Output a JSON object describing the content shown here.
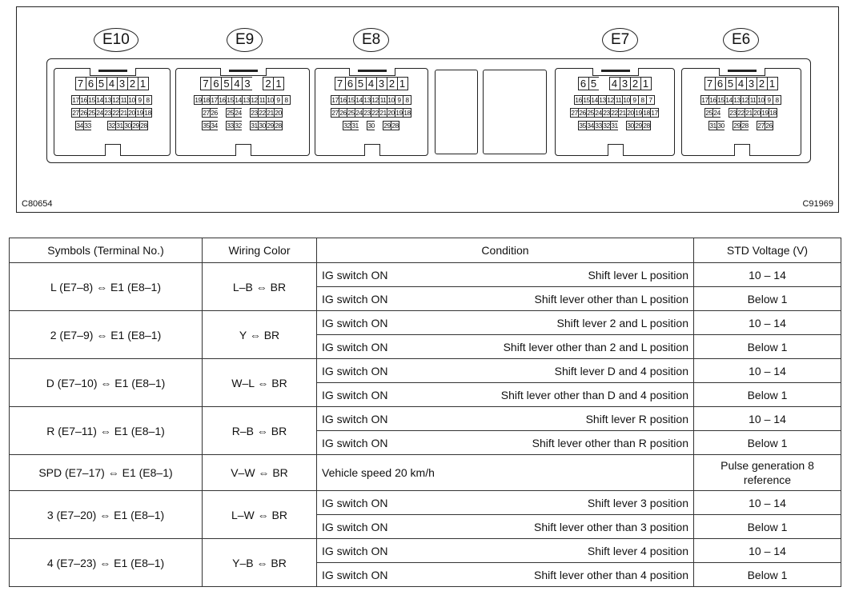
{
  "diagram": {
    "connectors": [
      "E10",
      "E9",
      "E8",
      "E7",
      "E6"
    ],
    "code_left": "C80654",
    "code_right": "C91969",
    "pins": {
      "E10": {
        "row1": [
          "7",
          "6",
          "5",
          "4",
          "3",
          "2",
          "1"
        ],
        "row2": [
          "17",
          "16",
          "15",
          "14",
          "13",
          "12",
          "11",
          "10",
          "9",
          "8"
        ],
        "row3": [
          "27",
          "26",
          "25",
          "24",
          "23",
          "22",
          "21",
          "20",
          "19",
          "18"
        ],
        "row4": [
          "34",
          "33",
          "",
          "",
          "32",
          "31",
          "30",
          "29",
          "28"
        ]
      },
      "E9": {
        "row1": [
          "7",
          "6",
          "5",
          "4",
          "3",
          "",
          "2",
          "1"
        ],
        "row2": [
          "19",
          "18",
          "17",
          "16",
          "15",
          "14",
          "13",
          "12",
          "11",
          "10",
          "9",
          "8"
        ],
        "row3": [
          "27",
          "26",
          "",
          "25",
          "24",
          "",
          "23",
          "22",
          "21",
          "20"
        ],
        "row4": [
          "35",
          "34",
          "",
          "33",
          "32",
          "",
          "31",
          "30",
          "29",
          "28"
        ]
      },
      "E8": {
        "row1": [
          "7",
          "6",
          "5",
          "4",
          "3",
          "2",
          "1"
        ],
        "row2": [
          "17",
          "16",
          "15",
          "14",
          "13",
          "12",
          "11",
          "10",
          "9",
          "8"
        ],
        "row3": [
          "27",
          "26",
          "25",
          "24",
          "23",
          "22",
          "21",
          "20",
          "19",
          "18"
        ],
        "row4": [
          "32",
          "31",
          "",
          "30",
          "",
          "29",
          "28"
        ]
      },
      "E7": {
        "row1": [
          "6",
          "5",
          "",
          "4",
          "3",
          "2",
          "1"
        ],
        "row2": [
          "16",
          "15",
          "14",
          "13",
          "12",
          "11",
          "10",
          "9",
          "8",
          "7"
        ],
        "row3": [
          "27",
          "26",
          "25",
          "24",
          "23",
          "22",
          "21",
          "20",
          "19",
          "18",
          "17"
        ],
        "row4": [
          "35",
          "34",
          "33",
          "32",
          "31",
          "",
          "30",
          "29",
          "28"
        ]
      },
      "E6": {
        "row1": [
          "7",
          "6",
          "5",
          "4",
          "3",
          "2",
          "1"
        ],
        "row2": [
          "17",
          "16",
          "15",
          "14",
          "13",
          "12",
          "11",
          "10",
          "9",
          "8"
        ],
        "row3": [
          "25",
          "24",
          "",
          "23",
          "22",
          "21",
          "20",
          "19",
          "18"
        ],
        "row4": [
          "31",
          "30",
          "",
          "29",
          "28",
          "",
          "27",
          "26"
        ]
      }
    }
  },
  "table": {
    "headers": [
      "Symbols (Terminal No.)",
      "Wiring Color",
      "Condition",
      "STD Voltage (V)"
    ],
    "groups": [
      {
        "symbol": "L (E7–8) ⇔ E1 (E8–1)",
        "color": "L–B ⇔ BR",
        "rows": [
          {
            "sw": "IG switch ON",
            "cond": "Shift lever L position",
            "v": "10 – 14"
          },
          {
            "sw": "IG switch ON",
            "cond": "Shift lever other than L position",
            "v": "Below 1"
          }
        ]
      },
      {
        "symbol": "2 (E7–9) ⇔ E1 (E8–1)",
        "color": "Y ⇔ BR",
        "rows": [
          {
            "sw": "IG switch ON",
            "cond": "Shift lever 2 and L position",
            "v": "10 – 14"
          },
          {
            "sw": "IG switch ON",
            "cond": "Shift lever other than 2 and L position",
            "v": "Below 1"
          }
        ]
      },
      {
        "symbol": "D (E7–10) ⇔ E1 (E8–1)",
        "color": "W–L ⇔ BR",
        "rows": [
          {
            "sw": "IG switch ON",
            "cond": "Shift lever D and 4 position",
            "v": "10 – 14"
          },
          {
            "sw": "IG switch ON",
            "cond": "Shift lever other than D and 4 position",
            "v": "Below 1"
          }
        ]
      },
      {
        "symbol": "R (E7–11) ⇔ E1 (E8–1)",
        "color": "R–B ⇔ BR",
        "rows": [
          {
            "sw": "IG switch ON",
            "cond": "Shift lever R position",
            "v": "10 – 14"
          },
          {
            "sw": "IG switch ON",
            "cond": "Shift lever other than R position",
            "v": "Below 1"
          }
        ]
      },
      {
        "symbol": "SPD (E7–17) ⇔ E1 (E8–1)",
        "color": "V–W ⇔ BR",
        "rows": [
          {
            "sw": "Vehicle speed 20 km/h",
            "cond": "",
            "v": "Pulse generation 8 reference"
          }
        ]
      },
      {
        "symbol": "3 (E7–20) ⇔ E1 (E8–1)",
        "color": "L–W ⇔ BR",
        "rows": [
          {
            "sw": "IG switch ON",
            "cond": "Shift lever 3 position",
            "v": "10 – 14"
          },
          {
            "sw": "IG switch ON",
            "cond": "Shift lever other than 3 position",
            "v": "Below 1"
          }
        ]
      },
      {
        "symbol": "4 (E7–23) ⇔ E1 (E8–1)",
        "color": "Y–B ⇔ BR",
        "rows": [
          {
            "sw": "IG switch ON",
            "cond": "Shift lever 4 position",
            "v": "10 – 14"
          },
          {
            "sw": "IG switch ON",
            "cond": "Shift lever other than 4 position",
            "v": "Below 1"
          }
        ]
      }
    ]
  }
}
